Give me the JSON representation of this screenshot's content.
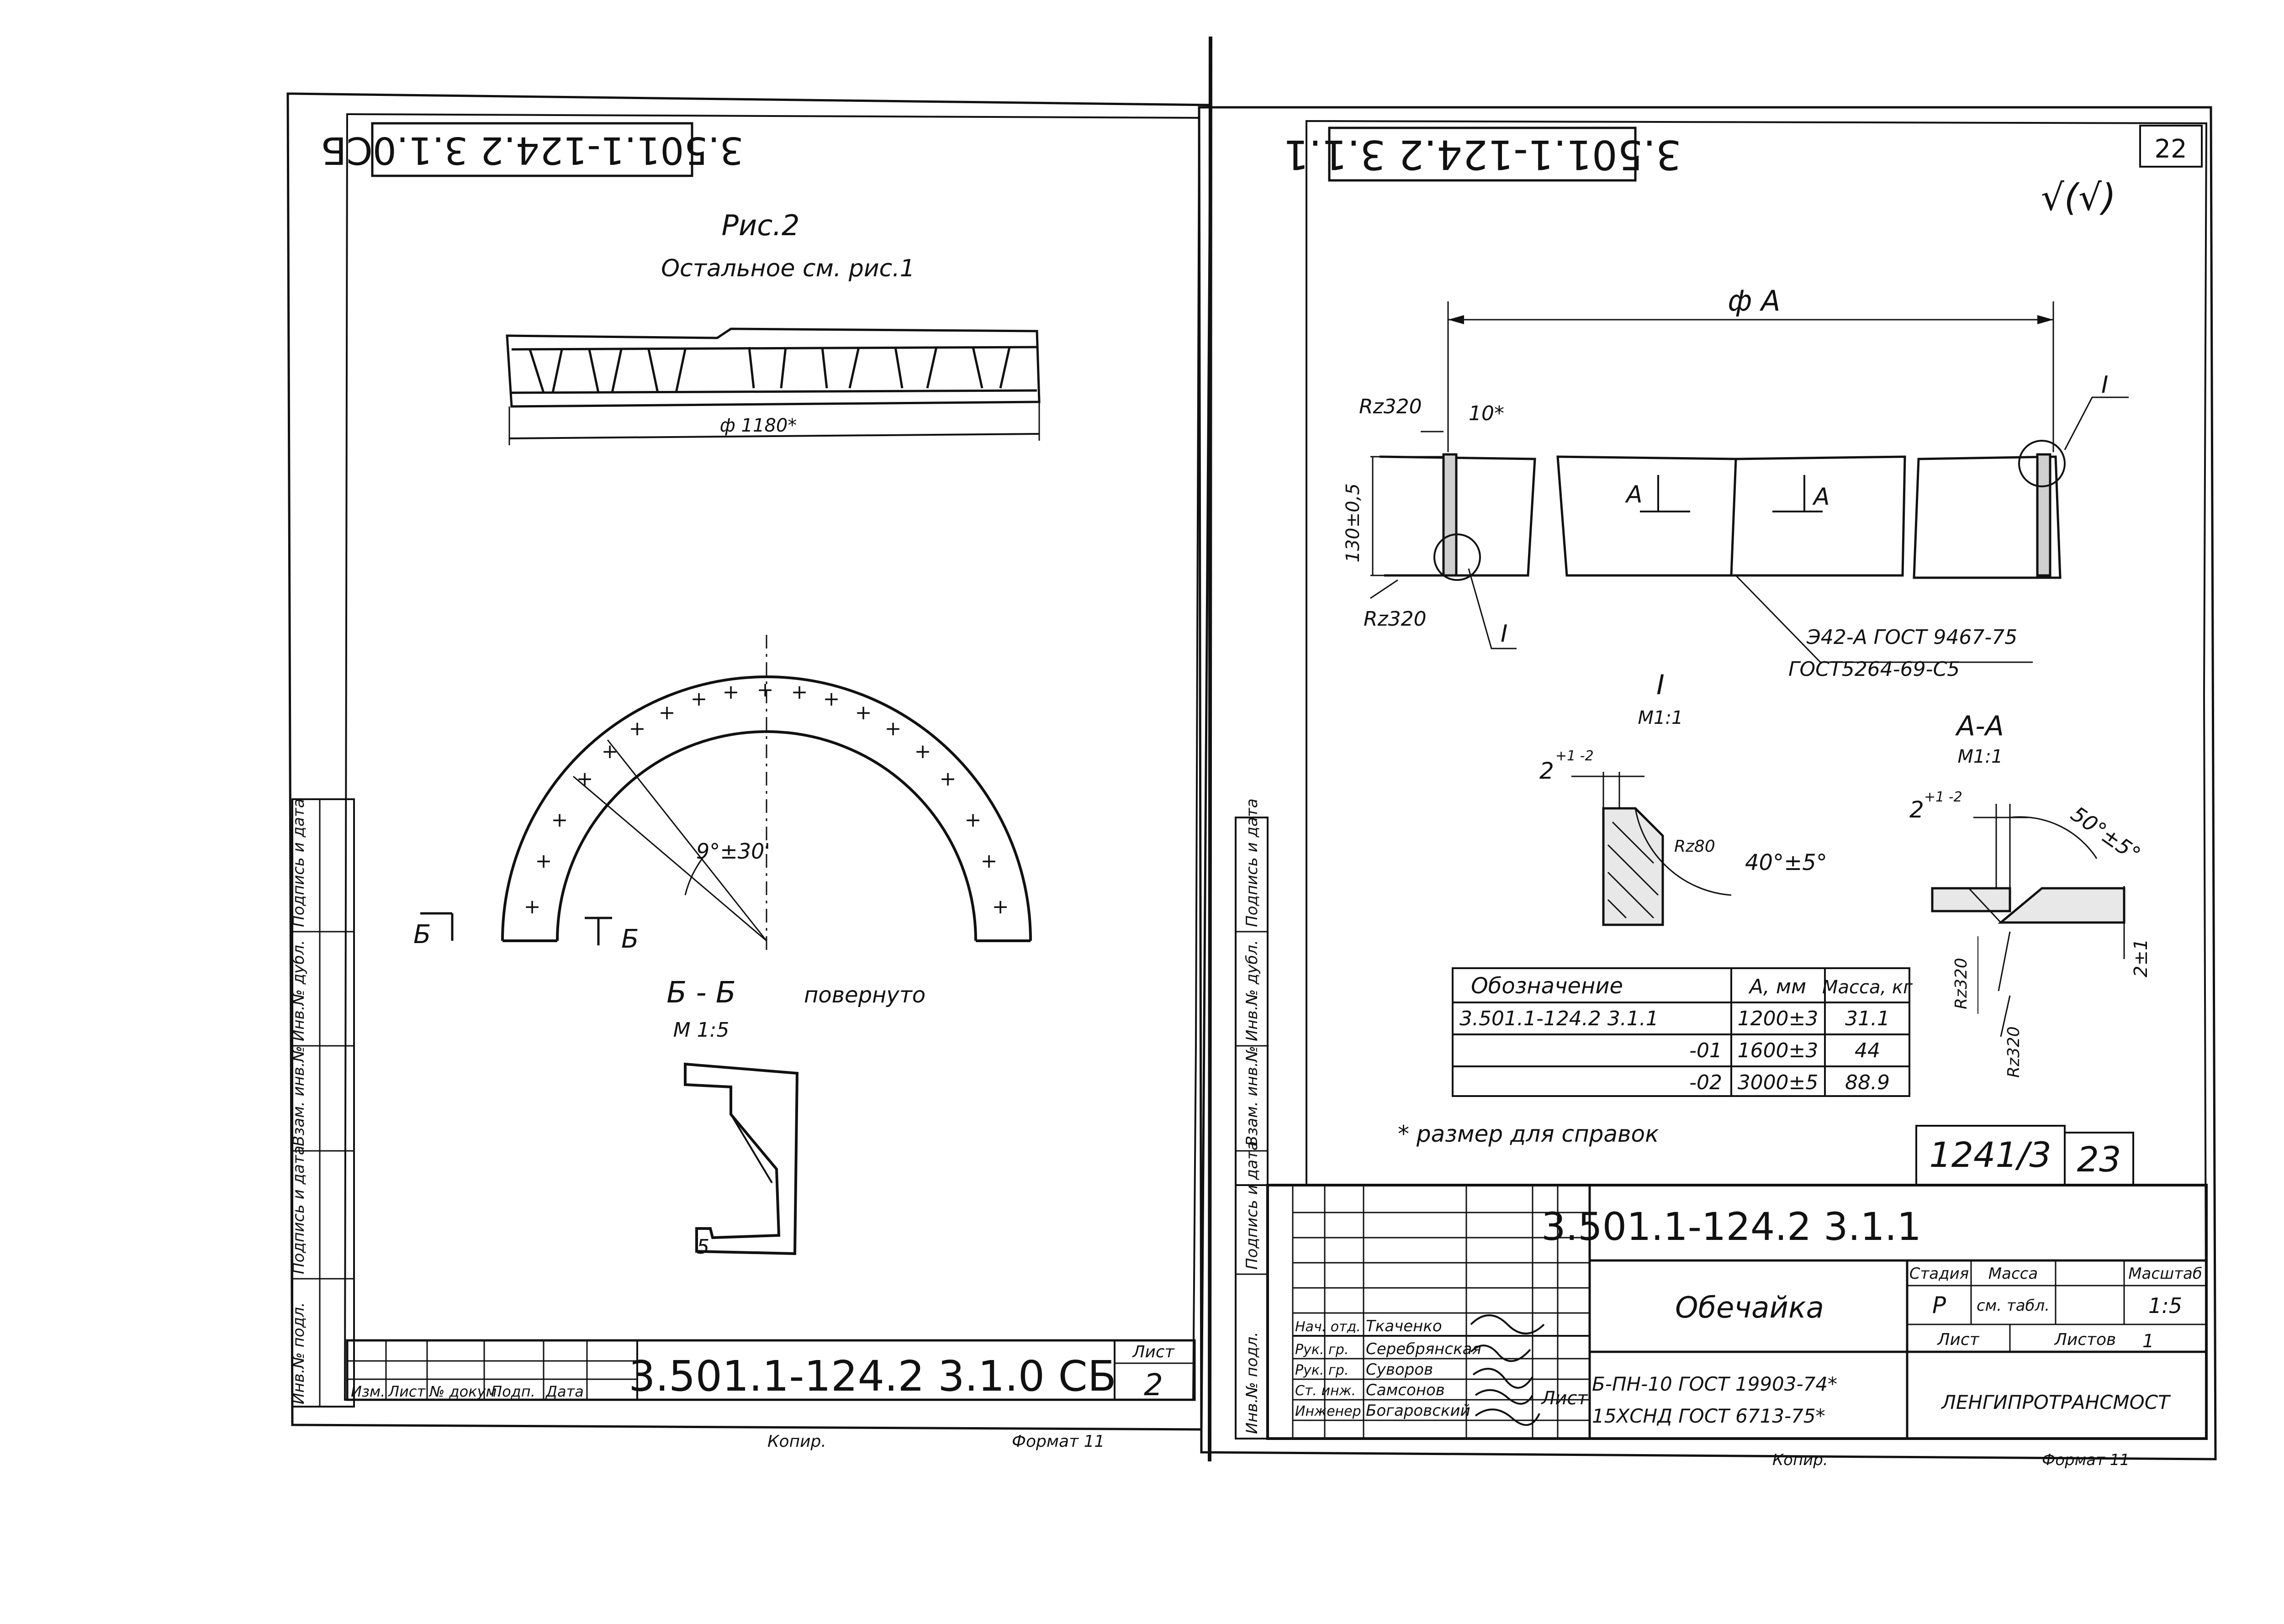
{
  "left_sheet": {
    "stamp_top": "3.501.1-124.2 3.1.0СБ",
    "fig_title": "Рис.2",
    "fig_subtitle": "Остальное см. рис.1",
    "diam_label": "ф 1180*",
    "angle_label": "9°±30'",
    "section_mark": "Б",
    "section_title": "Б - Б",
    "section_note": "повернуто",
    "section_scale": "М 1:5",
    "weld_mark": "5",
    "side_labels": [
      "Инв.№ подл.",
      "Подпись и дата",
      "Взам. инв.№",
      "Инв.№ дубл.",
      "Подпись и дата"
    ],
    "rev_cols": [
      "Изм.",
      "Лист",
      "№ докум.",
      "Подп.",
      "Дата"
    ],
    "doc_code": "3.501.1-124.2 3.1.0 СБ",
    "sheet_label": "Лист",
    "sheet_no": "2",
    "copy_label": "Копир.",
    "format_label": "Формат 11"
  },
  "right_sheet": {
    "page_no": "22",
    "stamp_top": "3.501.1-124.2 3.1.1",
    "roughness_mark": "√(√)",
    "diam_label": "ф А",
    "rz_top": "Rz320",
    "rz_bottom": "Rz320",
    "dim_10": "10*",
    "dim_130": "130±0,5",
    "detail_mark": "I",
    "section_mark": "А",
    "weld_spec_1": "Э42-А ГОСТ 9467-75",
    "weld_spec_2": "ГОСТ5264-69-С5",
    "detail_title": "I",
    "detail_scale": "М1:1",
    "detail_gap": "2",
    "detail_gap_tol": "+1 -2",
    "detail_rz": "Rz80",
    "detail_angle": "40°±5°",
    "aa_title": "А-А",
    "aa_scale": "М1:1",
    "aa_gap": "2",
    "aa_gap_tol": "+1 -2",
    "aa_angle": "50°±5°",
    "aa_rz1": "Rz320",
    "aa_rz2": "Rz320",
    "aa_dim": "2±1",
    "table": {
      "headers": [
        "Обозначение",
        "А, мм",
        "Масса, кг"
      ],
      "rows": [
        [
          "3.501.1-124.2 3.1.1",
          "1200±3",
          "31.1"
        ],
        [
          "-01",
          "1600±3",
          "44"
        ],
        [
          "-02",
          "3000±5",
          "88.9"
        ]
      ]
    },
    "footnote": "* размер для справок",
    "archive_no": "1241/3",
    "archive_sheet": "23",
    "doc_code": "3.501.1-124.2 3.1.1",
    "part_name": "Обечайка",
    "col_stage": "Стадия",
    "col_mass": "Масса",
    "col_scale": "Масштаб",
    "stage_val": "Р",
    "mass_val": "см. табл.",
    "scale_val": "1:5",
    "sheet_label": "Лист",
    "sheets_label": "Листов",
    "sheets_val": "1",
    "material_1": "Б-ПН-10 ГОСТ 19903-74*",
    "material_2": "15ХСНД ГОСТ 6713-75*",
    "material_label": "Лист",
    "org": "ЛЕНГИПРОТРАНСМОСТ",
    "roles": [
      "Нач. отд.",
      "Рук. гр.",
      "Рук. гр.",
      "Ст. инж.",
      "Инженер"
    ],
    "names": [
      "Ткаченко",
      "Серебрянская",
      "Суворов",
      "Самсонов",
      "Богаровский"
    ],
    "side_labels": [
      "Инв.№ подл.",
      "Подпись и дата",
      "Взам. инв.№",
      "Инв.№ дубл.",
      "Подпись и дата"
    ],
    "copy_label": "Копир.",
    "format_label": "Формат 11"
  }
}
